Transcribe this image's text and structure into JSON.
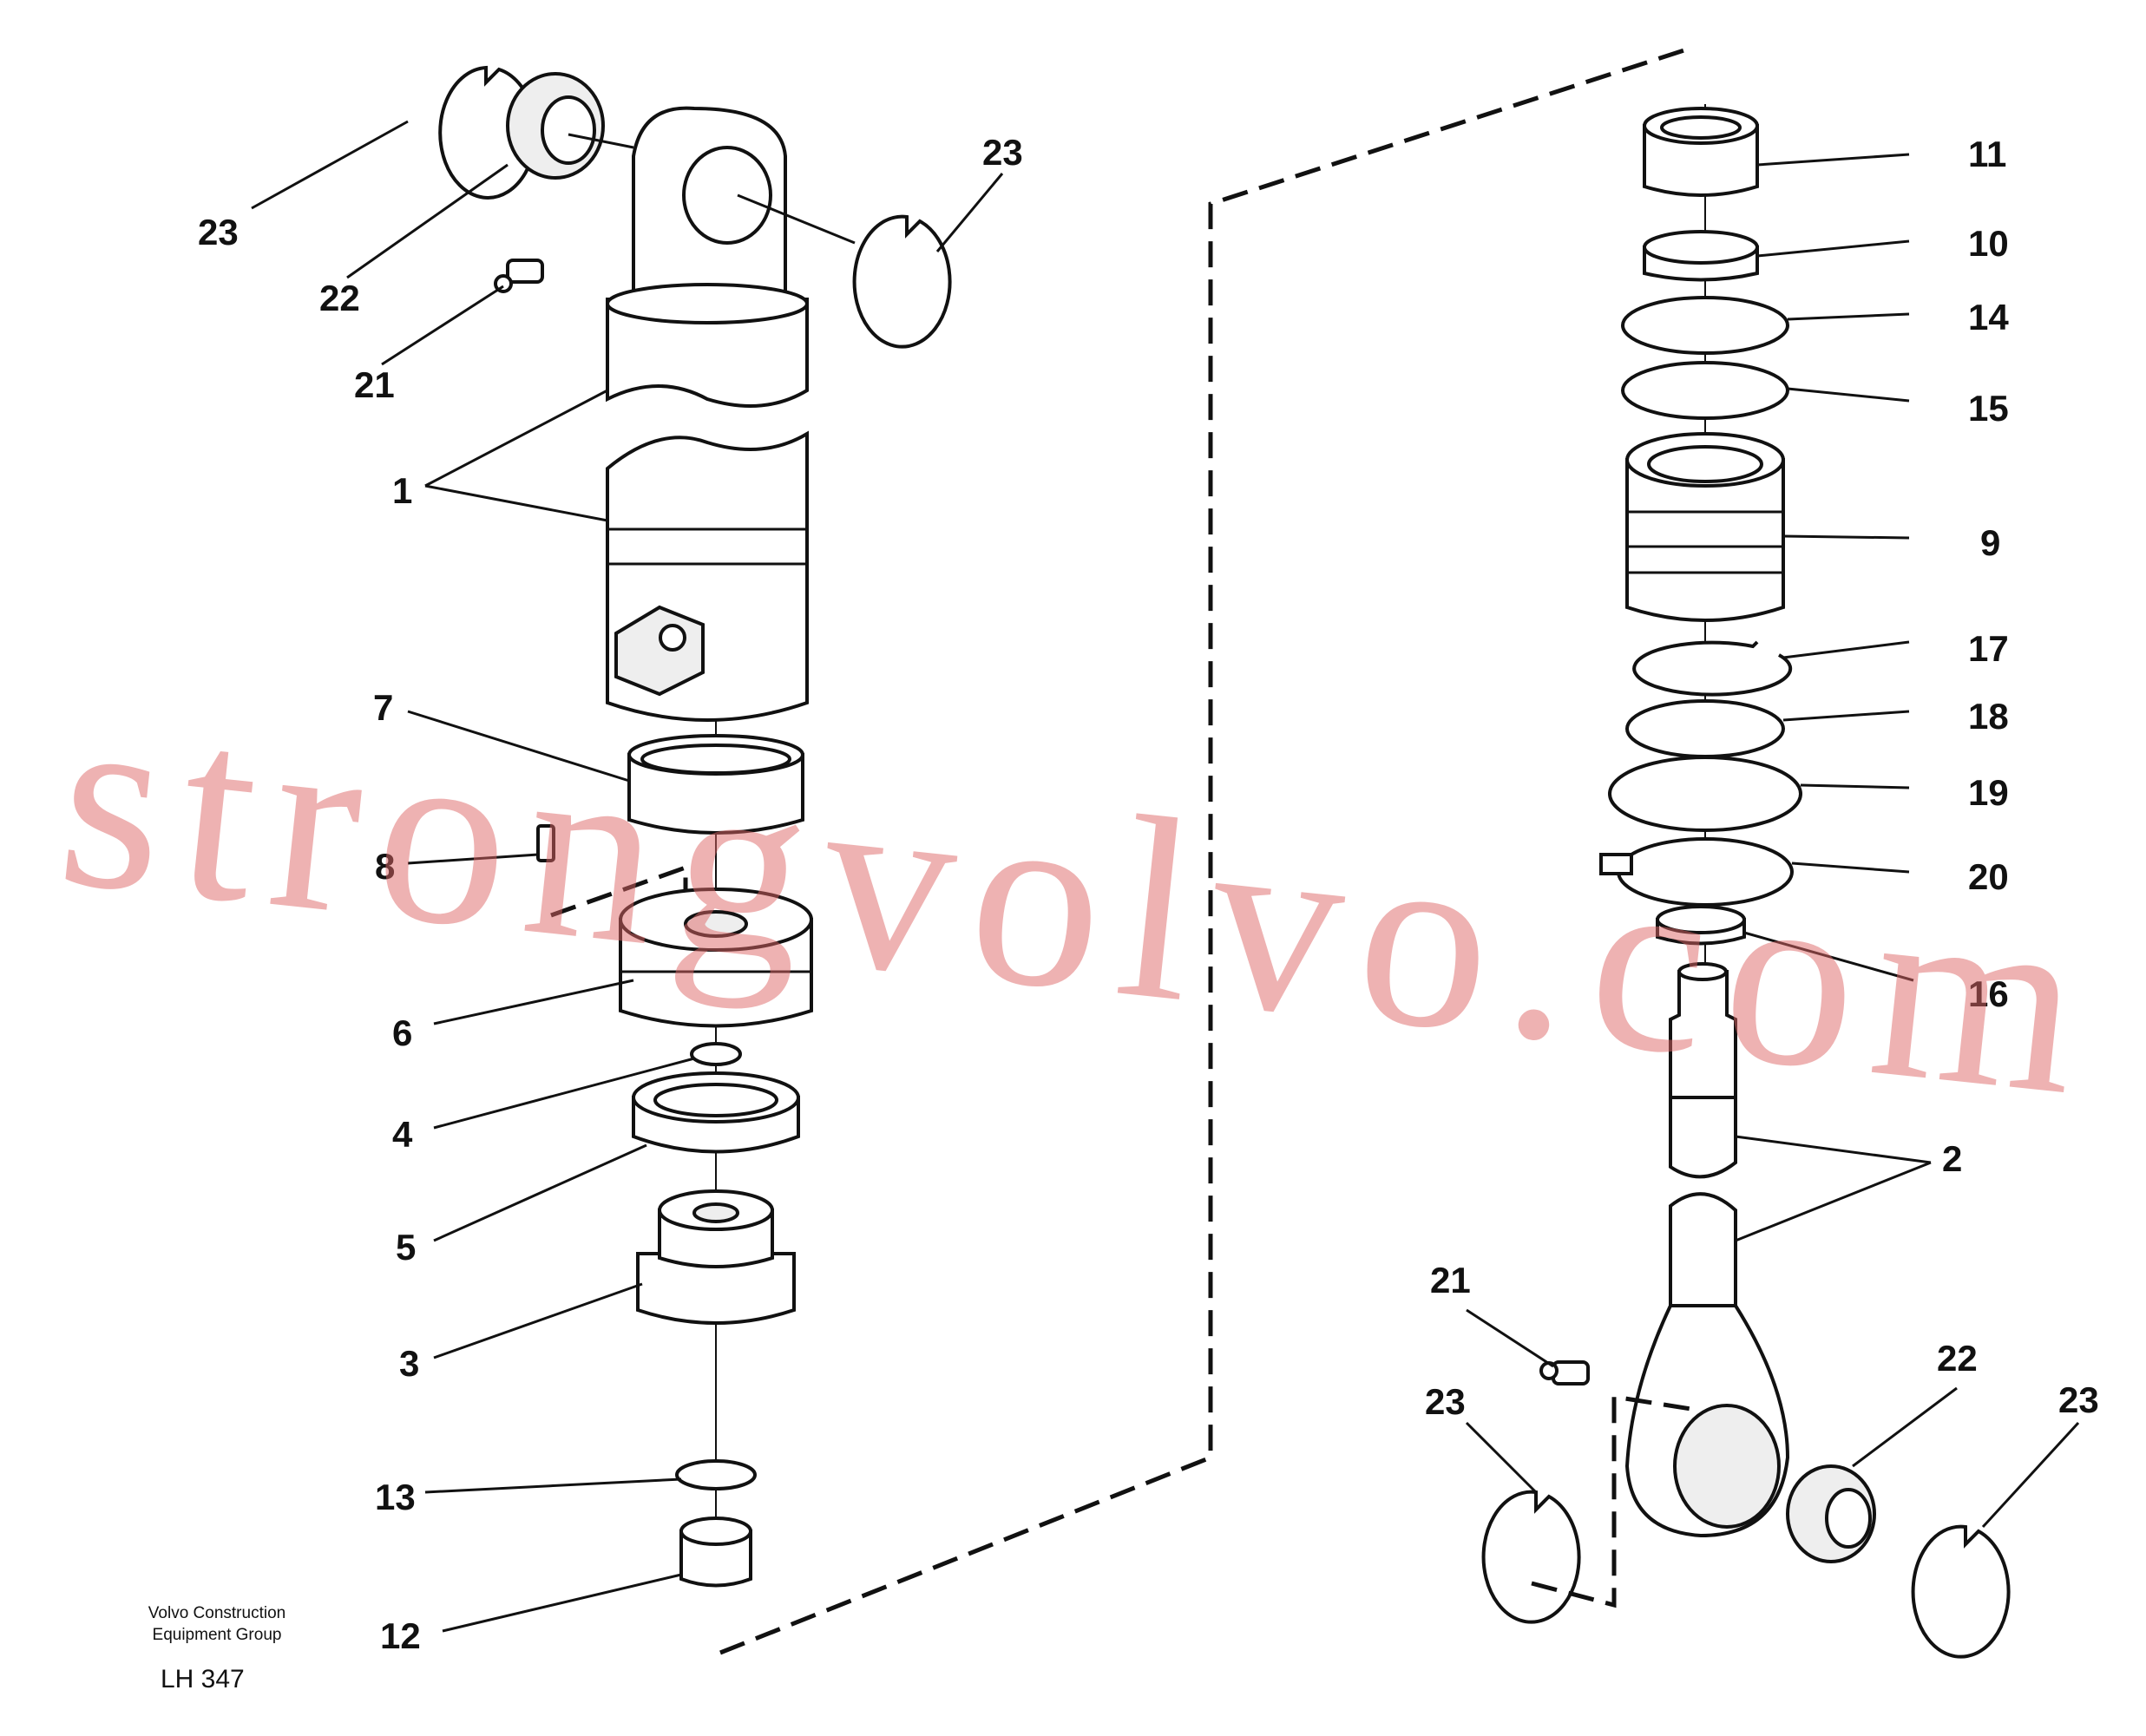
{
  "labels": {
    "left_23": "23",
    "left_22": "22",
    "left_21": "21",
    "left_1": "1",
    "left_7": "7",
    "left_8": "8",
    "left_6": "6",
    "left_4": "4",
    "left_5": "5",
    "left_3": "3",
    "left_13": "13",
    "left_12": "12",
    "top_23": "23",
    "r_11": "11",
    "r_10": "10",
    "r_14": "14",
    "r_15": "15",
    "r_9": "9",
    "r_17": "17",
    "r_18": "18",
    "r_19": "19",
    "r_20": "20",
    "r_16": "16",
    "r_2": "2",
    "r_21": "21",
    "r_23a": "23",
    "r_22": "22",
    "r_23b": "23"
  },
  "caption": {
    "line1": "Volvo Construction",
    "line2": "Equipment Group",
    "code": "LH 347"
  },
  "watermark": "strongvolvo.com"
}
